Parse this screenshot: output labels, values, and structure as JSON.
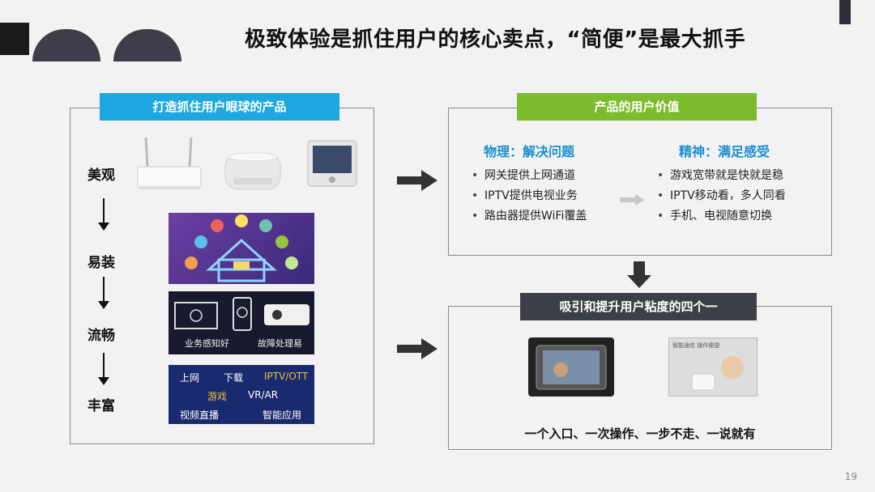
{
  "title": "极致体验是抓住用户的核心卖点，“简便”是最大抓手",
  "left_panel": {
    "banner": "打造抓住用户眼球的产品",
    "attributes": [
      "美观",
      "易装",
      "流畅",
      "丰富"
    ],
    "monitor_captions": [
      "业务感知好",
      "故障处理易"
    ],
    "apps": {
      "row1": [
        "上网",
        "下载",
        "IPTV/OTT"
      ],
      "row2": [
        "游戏",
        "VR/AR"
      ],
      "row3": [
        "视频直播",
        "智能应用"
      ]
    }
  },
  "value_panel": {
    "banner": "产品的用户价值",
    "physical": {
      "title": "物理：解决问题",
      "items": [
        "网关提供上网通道",
        "IPTV提供电视业务",
        "路由器提供WiFi覆盖"
      ]
    },
    "spiritual": {
      "title": "精神：满足感受",
      "items": [
        "游戏宽带就是快就是稳",
        "IPTV移动看，多人同看",
        "手机、电视随意切换"
      ]
    }
  },
  "stickiness_panel": {
    "banner": "吸引和提升用户粘度的四个一",
    "screen_caption": "智能通信 操作便捷",
    "caption": "一个入口、一次操作、一步不走、一说就有"
  },
  "page_number": "19",
  "colors": {
    "blue_banner": "#1fa8e0",
    "green_banner": "#7dbb2e",
    "dark_banner": "#3c4046",
    "accent_text": "#1a8fd0"
  }
}
